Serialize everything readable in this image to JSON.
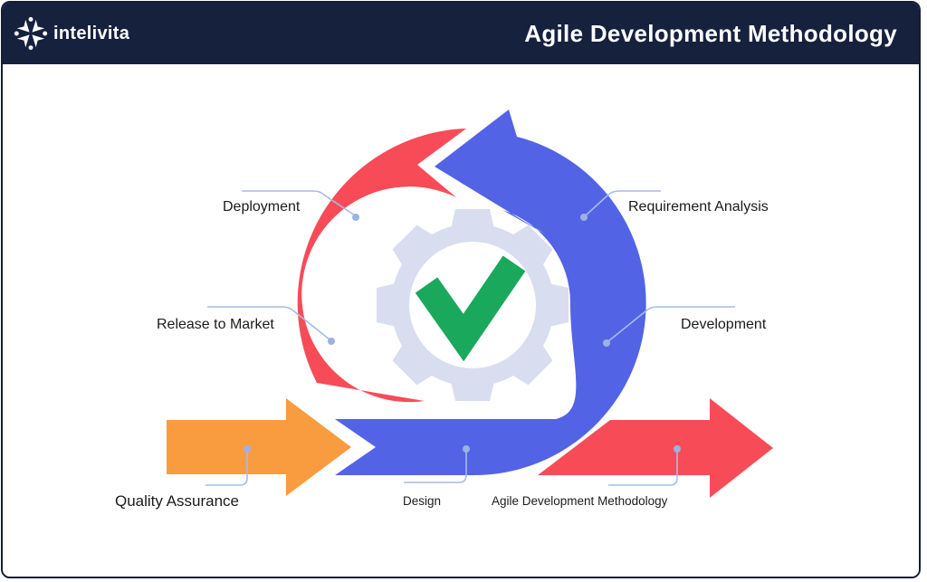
{
  "header": {
    "logo_text": "intelivita",
    "title": "Agile Development Methodology"
  },
  "colors": {
    "header_bg": "#16213E",
    "card_border": "#151D33",
    "red": "#F84B58",
    "blue": "#5363E6",
    "orange": "#F99C40",
    "gear": "#D8DDEF",
    "white": "#FFFFFF",
    "check_green": "#1AA85C",
    "leader_line": "#A6BCE8",
    "leader_dot": "#9CB2E2",
    "label_text": "#1B1B1B"
  },
  "diagram": {
    "icons": {
      "center": "gear-with-checkmark-icon",
      "cycle": "circular-cycle-arrows",
      "input": "orange-right-arrow",
      "output": "red-right-arrow",
      "logo": "intelivita-star-icon"
    },
    "labels": {
      "deployment": "Deployment",
      "requirement_analysis": "Requirement Analysis",
      "release_to_market": "Release to Market",
      "development": "Development",
      "quality_assurance": "Quality Assurance",
      "design": "Design",
      "methodology": "Agile Development Methodology"
    }
  }
}
